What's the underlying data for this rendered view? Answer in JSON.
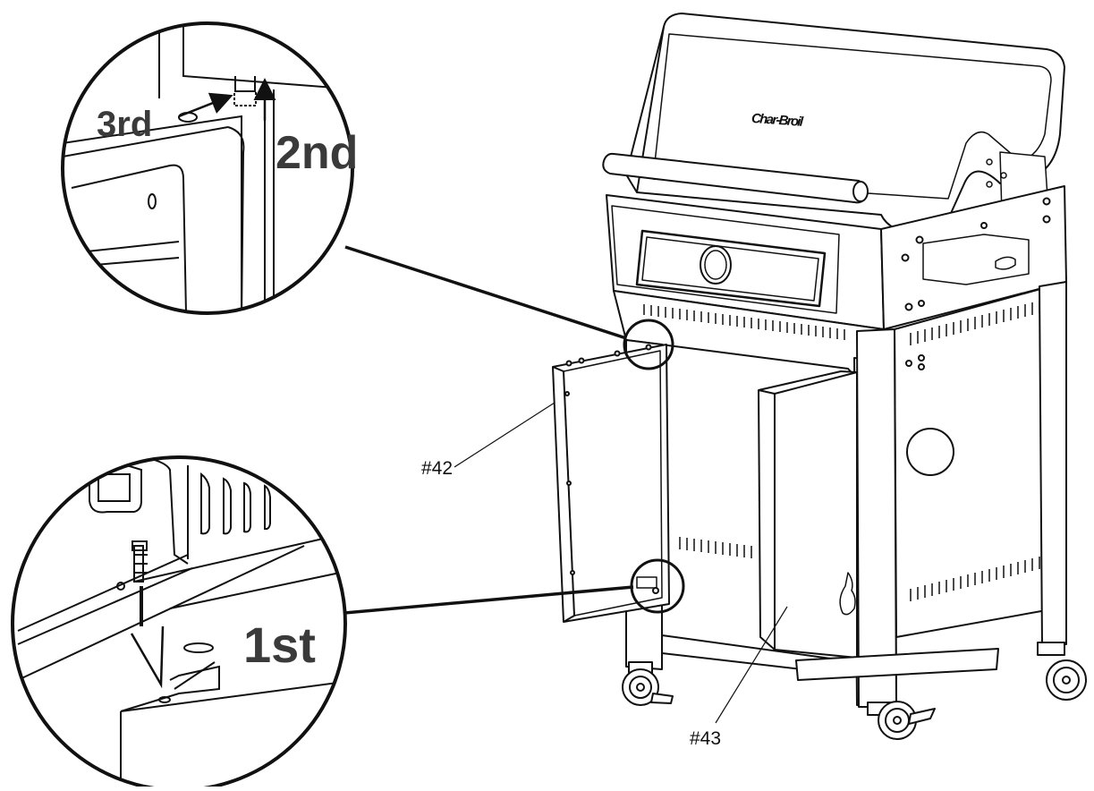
{
  "steps": {
    "first": "1st",
    "second": "2nd",
    "third": "3rd"
  },
  "parts": {
    "door_left": "#42",
    "door_right": "#43"
  },
  "grill_logo": "Char-Broil",
  "colors": {
    "line": "#111111",
    "step_text": "#3a3a3a",
    "background": "#ffffff"
  }
}
